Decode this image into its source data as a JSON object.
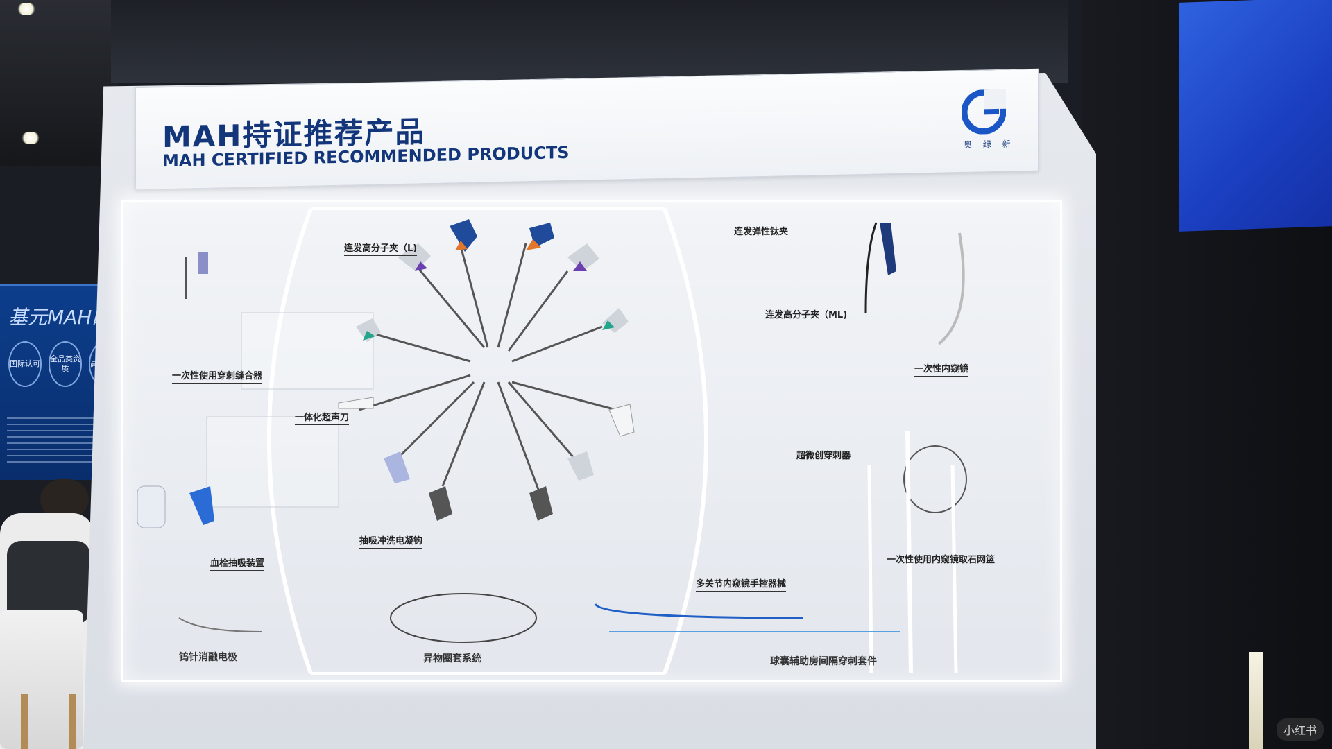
{
  "header": {
    "title_cn": "MAH持证推荐产品",
    "title_en": "MAH CERTIFIED RECOMMENDED PRODUCTS",
    "logo_text": "奥 绿 新",
    "logo_color": "#1a56c6"
  },
  "side_board": {
    "title": "基元MAH的优势",
    "badges": [
      "国际认可",
      "全品类资质",
      "高效合规"
    ]
  },
  "products": {
    "lianfa_l": "连发高分子夹（L)",
    "lianfa_tai": "连发弹性钛夹",
    "lianfa_ml": "连发高分子夹（ML)",
    "chuanci_fenghe": "一次性使用穿刺缝合器",
    "neikuijing": "一次性内窥镜",
    "chaoshengdao": "一体化超声刀",
    "chaowei_chuanci": "超微创穿刺器",
    "xueshuan": "血栓抽吸装置",
    "xichong_diangou": "抽吸冲洗电凝钩",
    "duoguanjie": "多关节内窥镜手控器械",
    "quishi_wanglan": "一次性使用内窥镜取石网篮",
    "yaozhen_dianji": "钨针消融电极",
    "yiwu_quantao": "异物圈套系统",
    "qiunang_taojian": "球囊辅助房间隔穿刺套件"
  },
  "watermark": "小红书",
  "colors": {
    "title_blue": "#13357a",
    "handle_blue": "#1f4b9a",
    "handle_orange": "#e2762a",
    "handle_purple": "#6b3fb0",
    "handle_green": "#22a58a",
    "handle_grey": "#cfd3da"
  }
}
